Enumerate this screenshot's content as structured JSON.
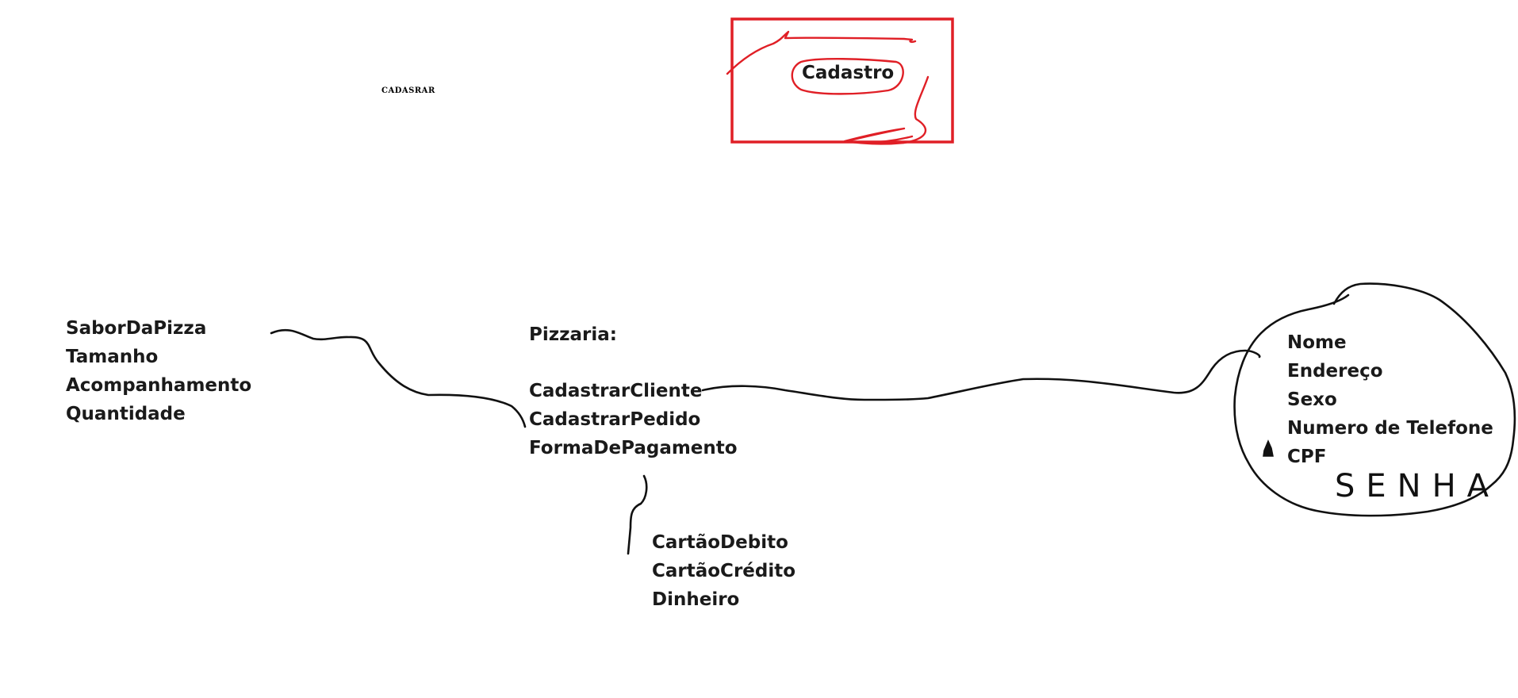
{
  "cadastro_box": {
    "title": "Cadastro",
    "border_color": "#e01f26"
  },
  "small_label": "CADASRAR",
  "pizza_fields": [
    "SaborDaPizza",
    "Tamanho",
    "Acompanhamento",
    "Quantidade"
  ],
  "pizzaria": {
    "title": "Pizzaria:",
    "items": [
      "CadastrarCliente",
      "CadastrarPedido",
      "FormaDePagamento"
    ]
  },
  "payment_methods": [
    "CartãoDebito",
    "CartãoCrédito",
    "Dinheiro"
  ],
  "client_fields": [
    "Nome",
    "Endereço",
    "Sexo",
    "Numero de Telefone",
    "CPF"
  ],
  "handwritten_note": "SENHA",
  "colors": {
    "ink": "#111111",
    "accent": "#e01f26"
  }
}
